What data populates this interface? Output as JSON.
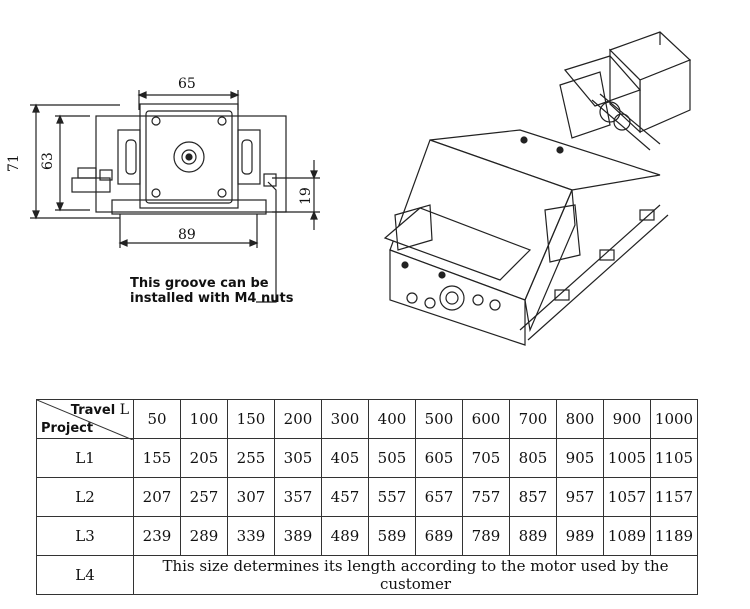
{
  "drawing": {
    "dim_width_top": "65",
    "dim_width_bottom": "89",
    "dim_height_outer": "71",
    "dim_height_inner": "63",
    "dim_groove": "19",
    "note_line1": "This groove can be",
    "note_line2": "installed with M4 nuts"
  },
  "table": {
    "header_travel": "Travel",
    "header_L": "L",
    "header_project": "Project",
    "travels": [
      "50",
      "100",
      "150",
      "200",
      "300",
      "400",
      "500",
      "600",
      "700",
      "800",
      "900",
      "1000"
    ],
    "rows": [
      {
        "label": "L1",
        "values": [
          "155",
          "205",
          "255",
          "305",
          "405",
          "505",
          "605",
          "705",
          "805",
          "905",
          "1005",
          "1105"
        ]
      },
      {
        "label": "L2",
        "values": [
          "207",
          "257",
          "307",
          "357",
          "457",
          "557",
          "657",
          "757",
          "857",
          "957",
          "1057",
          "1157"
        ]
      },
      {
        "label": "L3",
        "values": [
          "239",
          "289",
          "339",
          "389",
          "489",
          "589",
          "689",
          "789",
          "889",
          "989",
          "1089",
          "1189"
        ]
      }
    ],
    "l4_label": "L4",
    "l4_note": "This size determines its length according to the motor used by the customer"
  }
}
